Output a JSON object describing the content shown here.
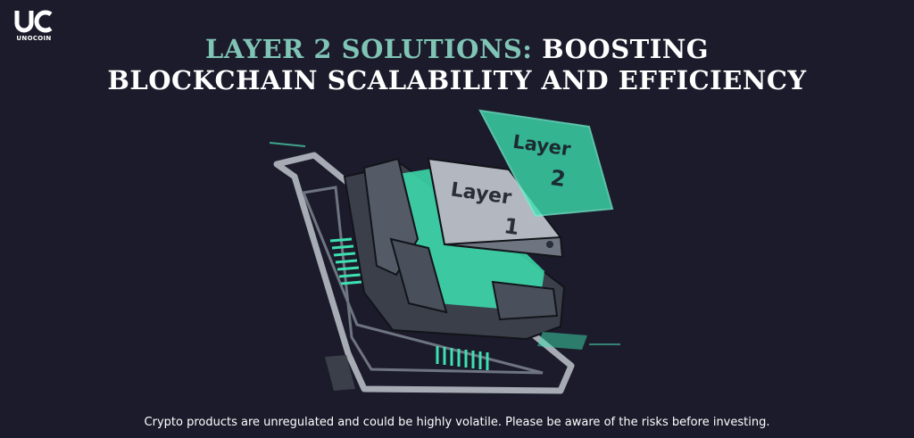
{
  "brand": {
    "logo_text": "UNOCOIN"
  },
  "header": {
    "title_accent": "LAYER 2 SOLUTIONS:",
    "title_rest_line1": "BOOSTING",
    "title_line2": "BLOCKCHAIN SCALABILITY AND EFFICIENCY"
  },
  "illustration": {
    "layer1_word": "Layer",
    "layer1_number": "1",
    "layer2_word": "Layer",
    "layer2_number": "2"
  },
  "colors": {
    "background": "#1c1b2b",
    "accent_teal": "#7fc4b4",
    "glow_green": "#3de0b0",
    "chip_gray": "#9da3ad"
  },
  "footer": {
    "disclaimer": "Crypto products are unregulated and could be highly volatile. Please be aware of the risks before investing."
  }
}
